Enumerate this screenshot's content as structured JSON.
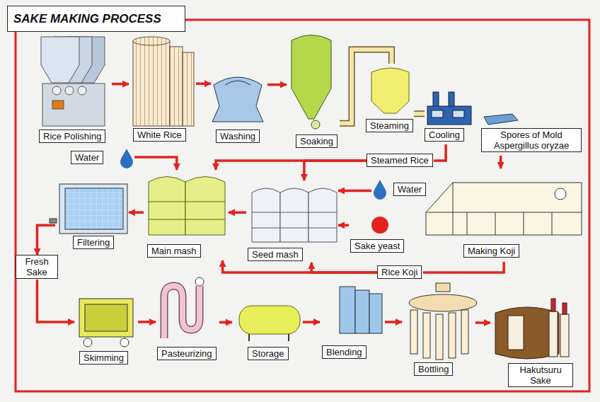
{
  "diagram": {
    "title": "SAKE MAKING PROCESS",
    "nodes": [
      {
        "text": [
          "Rice Polishing"
        ]
      },
      {
        "text": [
          "White Rice"
        ]
      },
      {
        "text": [
          "Washing"
        ]
      },
      {
        "text": [
          "Soaking"
        ]
      },
      {
        "text": [
          "Steaming"
        ]
      },
      {
        "text": [
          "Cooling"
        ]
      },
      {
        "text": [
          "Spores of Mold Aspergillus oryzae"
        ]
      },
      {
        "text": [
          "Water"
        ]
      },
      {
        "text": [
          "Steamed Rice"
        ]
      },
      {
        "text": [
          "Water"
        ]
      },
      {
        "text": [
          "Filtering"
        ]
      },
      {
        "text": [
          "Main mash"
        ]
      },
      {
        "text": [
          "Seed mash"
        ]
      },
      {
        "text": [
          "Sake yeast"
        ]
      },
      {
        "text": [
          "Making Koji"
        ]
      },
      {
        "text": [
          "Fresh Sake"
        ]
      },
      {
        "text": [
          "Rice Koji"
        ]
      },
      {
        "text": [
          "Skimming"
        ]
      },
      {
        "text": [
          "Pasteurizing"
        ]
      },
      {
        "text": [
          "Storage"
        ]
      },
      {
        "text": [
          "Blending"
        ]
      },
      {
        "text": [
          "Bottling"
        ]
      },
      {
        "text": [
          "Hakutsuru Sake"
        ]
      }
    ],
    "edges": [
      {
        "from": 0,
        "to": 1,
        "arrow": "to"
      },
      {
        "from": 1,
        "to": 2,
        "arrow": "to"
      },
      {
        "from": 2,
        "to": 3,
        "arrow": "to"
      },
      {
        "from": 3,
        "to": 4,
        "arrow": "none"
      },
      {
        "from": 4,
        "to": 5,
        "arrow": "none"
      },
      {
        "from": 5,
        "to": 8,
        "arrow": "none"
      },
      {
        "from": 8,
        "to": 11,
        "arrow": "to"
      },
      {
        "from": 8,
        "to": 12,
        "arrow": "to"
      },
      {
        "from": 6,
        "to": 14,
        "arrow": "to"
      },
      {
        "from": 14,
        "to": 16,
        "arrow": "none"
      },
      {
        "from": 16,
        "to": 11,
        "arrow": "to"
      },
      {
        "from": 16,
        "to": 12,
        "arrow": "to"
      },
      {
        "from": 9,
        "to": 12,
        "arrow": "to"
      },
      {
        "from": 13,
        "to": 12,
        "arrow": "to"
      },
      {
        "from": 7,
        "to": 11,
        "arrow": "to"
      },
      {
        "from": 12,
        "to": 11,
        "arrow": "to"
      },
      {
        "from": 11,
        "to": 10,
        "arrow": "to"
      },
      {
        "from": 10,
        "to": 15,
        "arrow": "to"
      },
      {
        "from": 15,
        "to": 17,
        "arrow": "to"
      },
      {
        "from": 17,
        "to": 18,
        "arrow": "to"
      },
      {
        "from": 18,
        "to": 19,
        "arrow": "to"
      },
      {
        "from": 19,
        "to": 20,
        "arrow": "to"
      },
      {
        "from": 20,
        "to": 21,
        "arrow": "to"
      },
      {
        "from": 21,
        "to": 22,
        "arrow": "to"
      }
    ]
  }
}
